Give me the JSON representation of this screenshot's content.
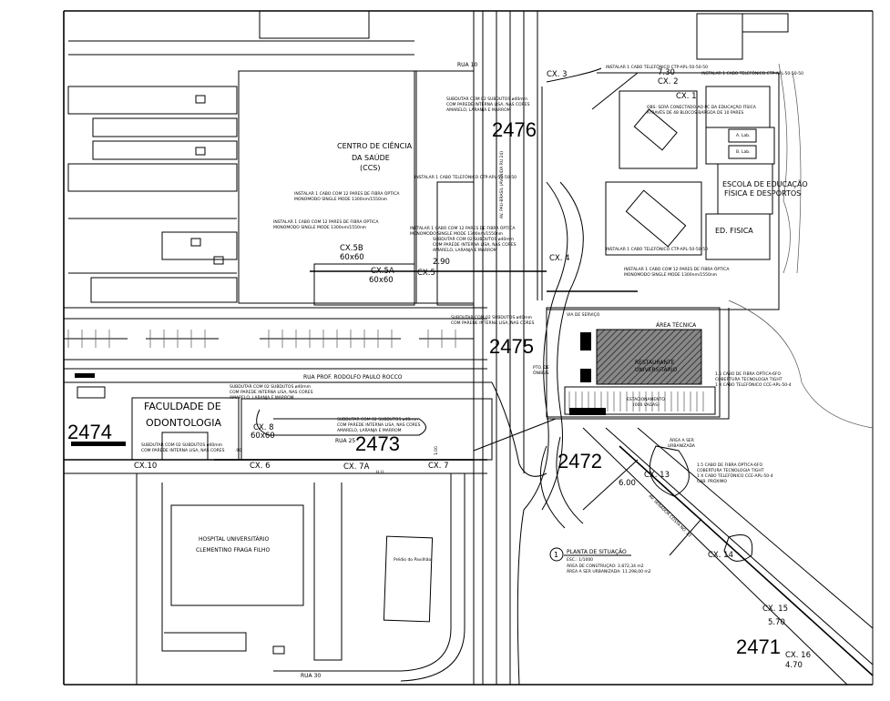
{
  "lots": [
    "2476",
    "2475",
    "2474",
    "2473",
    "2472",
    "2471"
  ],
  "buildings": {
    "ccs": [
      "CENTRO DE CIÊNCIA",
      "DA SAÚDE",
      "(CCS)"
    ],
    "odontologia": [
      "FACULDADE DE",
      "ODONTOLOGIA"
    ],
    "hospital": [
      "HOSPITAL UNIVERSITÁRIO",
      "CLEMENTINO FRAGA FILHO"
    ],
    "eefd": [
      "ESCOLA DE EDUCAÇÃO",
      "FÍSICA E DESPORTOS"
    ],
    "ed_fisica": "ED. FISICA",
    "restaurante": [
      "RESTAURANTE",
      "UNIVERSITÁRIO"
    ],
    "area_tecnica": "ÁREA TÉCNICA",
    "estacionamento": [
      "ESTACIONAMENTO",
      "(000 VAGAS)"
    ],
    "via_servico": "VIA DE SERVIÇO",
    "area_urbanizada": [
      "ÁREA A SER",
      "URBANIZADA"
    ],
    "pto_onibus": [
      "PTO. DE",
      "ÔNIBUS"
    ]
  },
  "streets": {
    "rocco": "RUA PROF. RODOLFO PAULO ROCCO",
    "rua25": "RUA 25",
    "rua30": "RUA 30",
    "rua10": "RUA 10",
    "pau_brasil": "AV. PAU-BRASIL (AVENIDA RU 24)",
    "sertorio": "AV. SENADOR COSTA NO. 13",
    "hu": "H.U."
  },
  "boxes": {
    "cx1": "CX. 1",
    "cx2": "CX. 2",
    "cx3": "CX. 3",
    "cx4": "CX. 4",
    "cx5": "CX.5",
    "cx5a": "CX.5A",
    "cx5a_size": "60x60",
    "cx5b": "CX.5B",
    "cx5b_size": "60x60",
    "cx6": "CX. 6",
    "cx7": "CX. 7",
    "cx7a": "CX. 7A",
    "cx8": "CX. 8",
    "cx8_size": "60x60",
    "cx10": "CX.10",
    "cx13": "CX. 13",
    "cx14": "CX. 14",
    "cx15": "CX. 15",
    "cx16": "CX. 16"
  },
  "elevations": {
    "e730": "7.30",
    "e290": "2.90",
    "e600": "6.00",
    "e570": "5.70",
    "e470": "4.70",
    "e90": ".90",
    "e100": "1.00"
  },
  "notes": {
    "duct": [
      "SUBDUTAR COM 02 SUBDUTOS ø40mm",
      "COM PAREDE INTERNA LISA, NAS CORES",
      "AMARELO, LARANJA E MARROM"
    ],
    "fiber": [
      "INSTALAR 1 CABO COM 12 PARES DE FIBRA ÓPTICA",
      "MONOMODO SINGLE MODE 1300nm/1550nm"
    ],
    "tel": "INSTALAR 1 CABO TELEFÔNICO CTP-APL-50-50-50",
    "obs": [
      "OBS: SERÁ CONECTADO AO PC DA EDUCAÇÃO FÍSICA",
      "ATRAVÉS DE 48 BLOCOS BARGOA DE 10 PARES"
    ],
    "right": [
      "1.5 CABO DE FIBRA ÓPTICA-6FO",
      "COBERTURA TECNOLOGIA TIGHT",
      "1 X CABO TELEFÔNICO CCE-APL-50-4",
      "CAB. PRÓXIMO"
    ]
  },
  "title_block": {
    "number": "1",
    "title": "PLANTA DE SITUAÇÃO",
    "scale": "ESC.: 1/1000",
    "area_construcao": "ÁREA DE CONSTRUÇÃO: 3.872,34 m2",
    "area_urbanizada": "ÁREA A SER URBANIZADA: 11.298,00 m2"
  },
  "misc": {
    "predio_pavilhao": "Prédio do Pavilhão",
    "lab_a": "A. Lab.",
    "lab_b": "B. Lab."
  }
}
